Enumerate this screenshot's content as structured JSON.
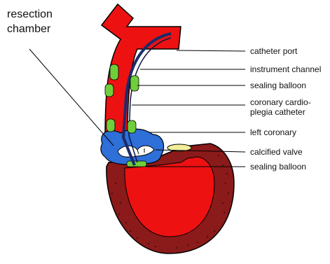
{
  "labels": {
    "resection_chamber": [
      "resection",
      "chamber"
    ],
    "catheter_port": "catheter port",
    "instrument_channel": "instrument channel",
    "sealing_balloon_upper": "sealing balloon",
    "coronary_cardioplegia_catheter": [
      "coronary cardio-",
      "plegia catheter"
    ],
    "left_coronary": "left coronary",
    "calcified_valve": "calcified valve",
    "sealing_balloon_lower": "sealing balloon"
  },
  "colors": {
    "aorta": "#ee1111",
    "myocardium": "#8b1a1a",
    "chamber": "#2e6fd8",
    "balloon": "#6fcf3a",
    "catheter": "#1a2b6b",
    "valve": "#f3ee9a",
    "outline": "#000000"
  }
}
